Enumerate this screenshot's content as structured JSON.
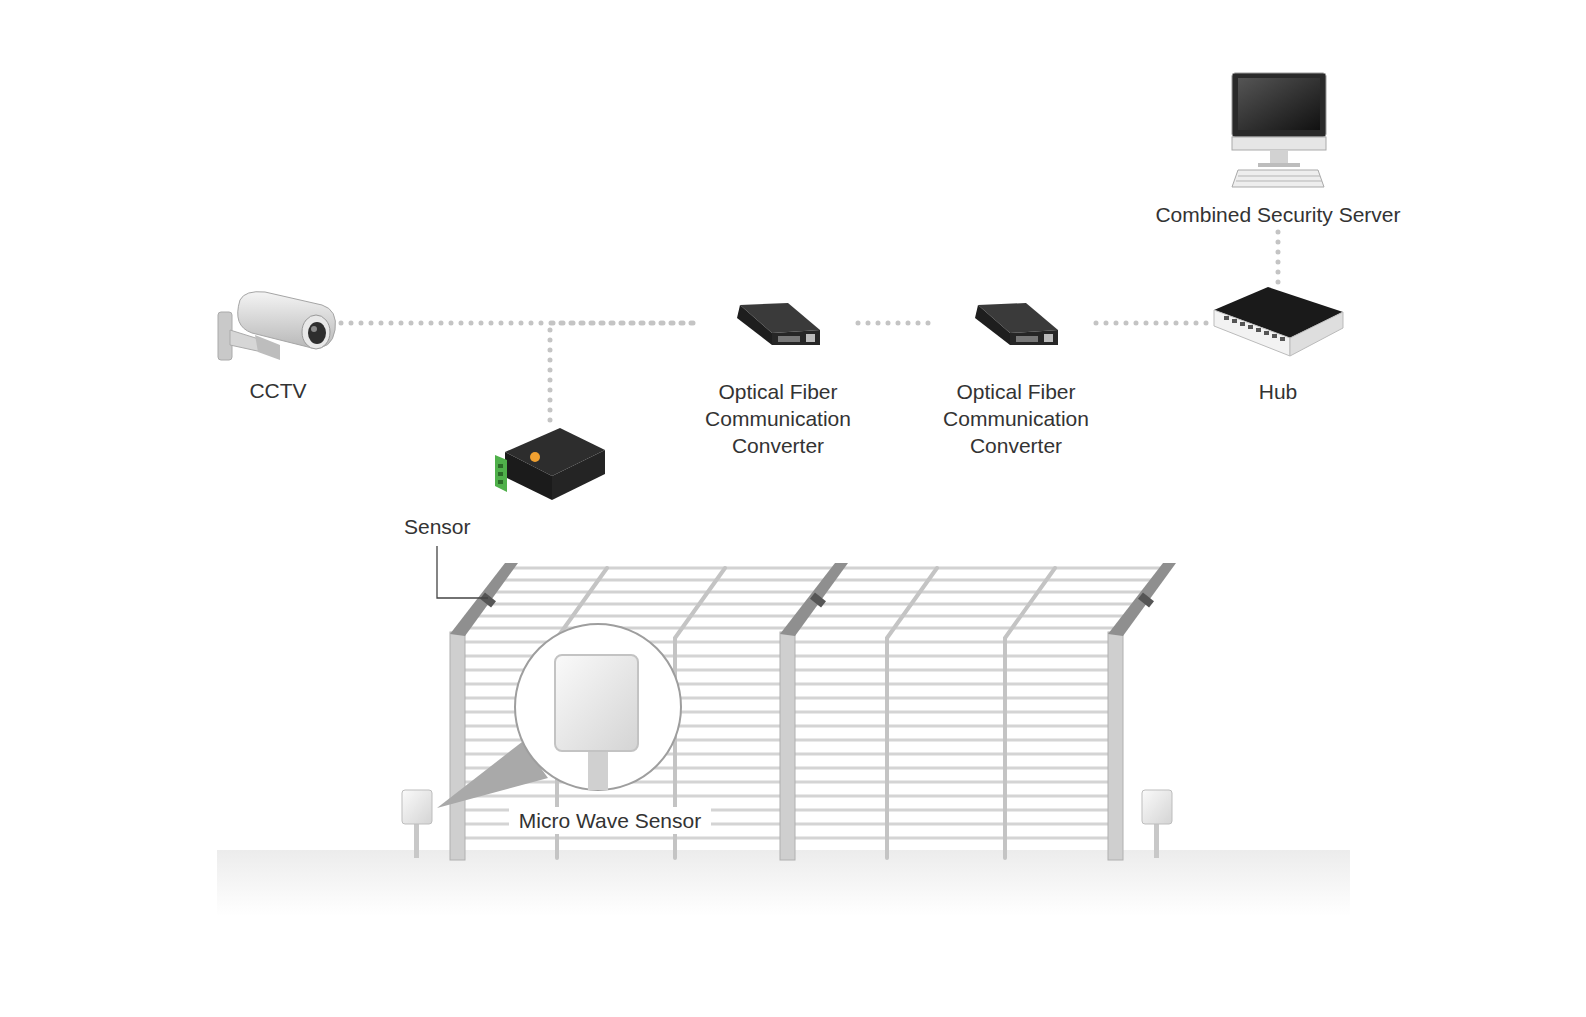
{
  "diagram": {
    "nodes": [
      {
        "text": [
          "Combined Security Server"
        ]
      },
      {
        "text": [
          "CCTV"
        ]
      },
      {
        "text": [
          "Optical Fiber Communication Converter"
        ]
      },
      {
        "text": [
          "Optical Fiber Communication Converter"
        ]
      },
      {
        "text": [
          "Hub"
        ]
      },
      {
        "text": [
          "Sensor"
        ]
      }
    ],
    "edges": [
      {
        "from": 1,
        "to": 2,
        "arrow": "none"
      },
      {
        "from": 5,
        "to": 2,
        "arrow": "none"
      },
      {
        "from": 2,
        "to": 3,
        "arrow": "none"
      },
      {
        "from": 3,
        "to": 4,
        "arrow": "none"
      },
      {
        "from": 4,
        "to": 0,
        "arrow": "none"
      }
    ],
    "labels": [
      "Micro Wave Sensor"
    ]
  }
}
